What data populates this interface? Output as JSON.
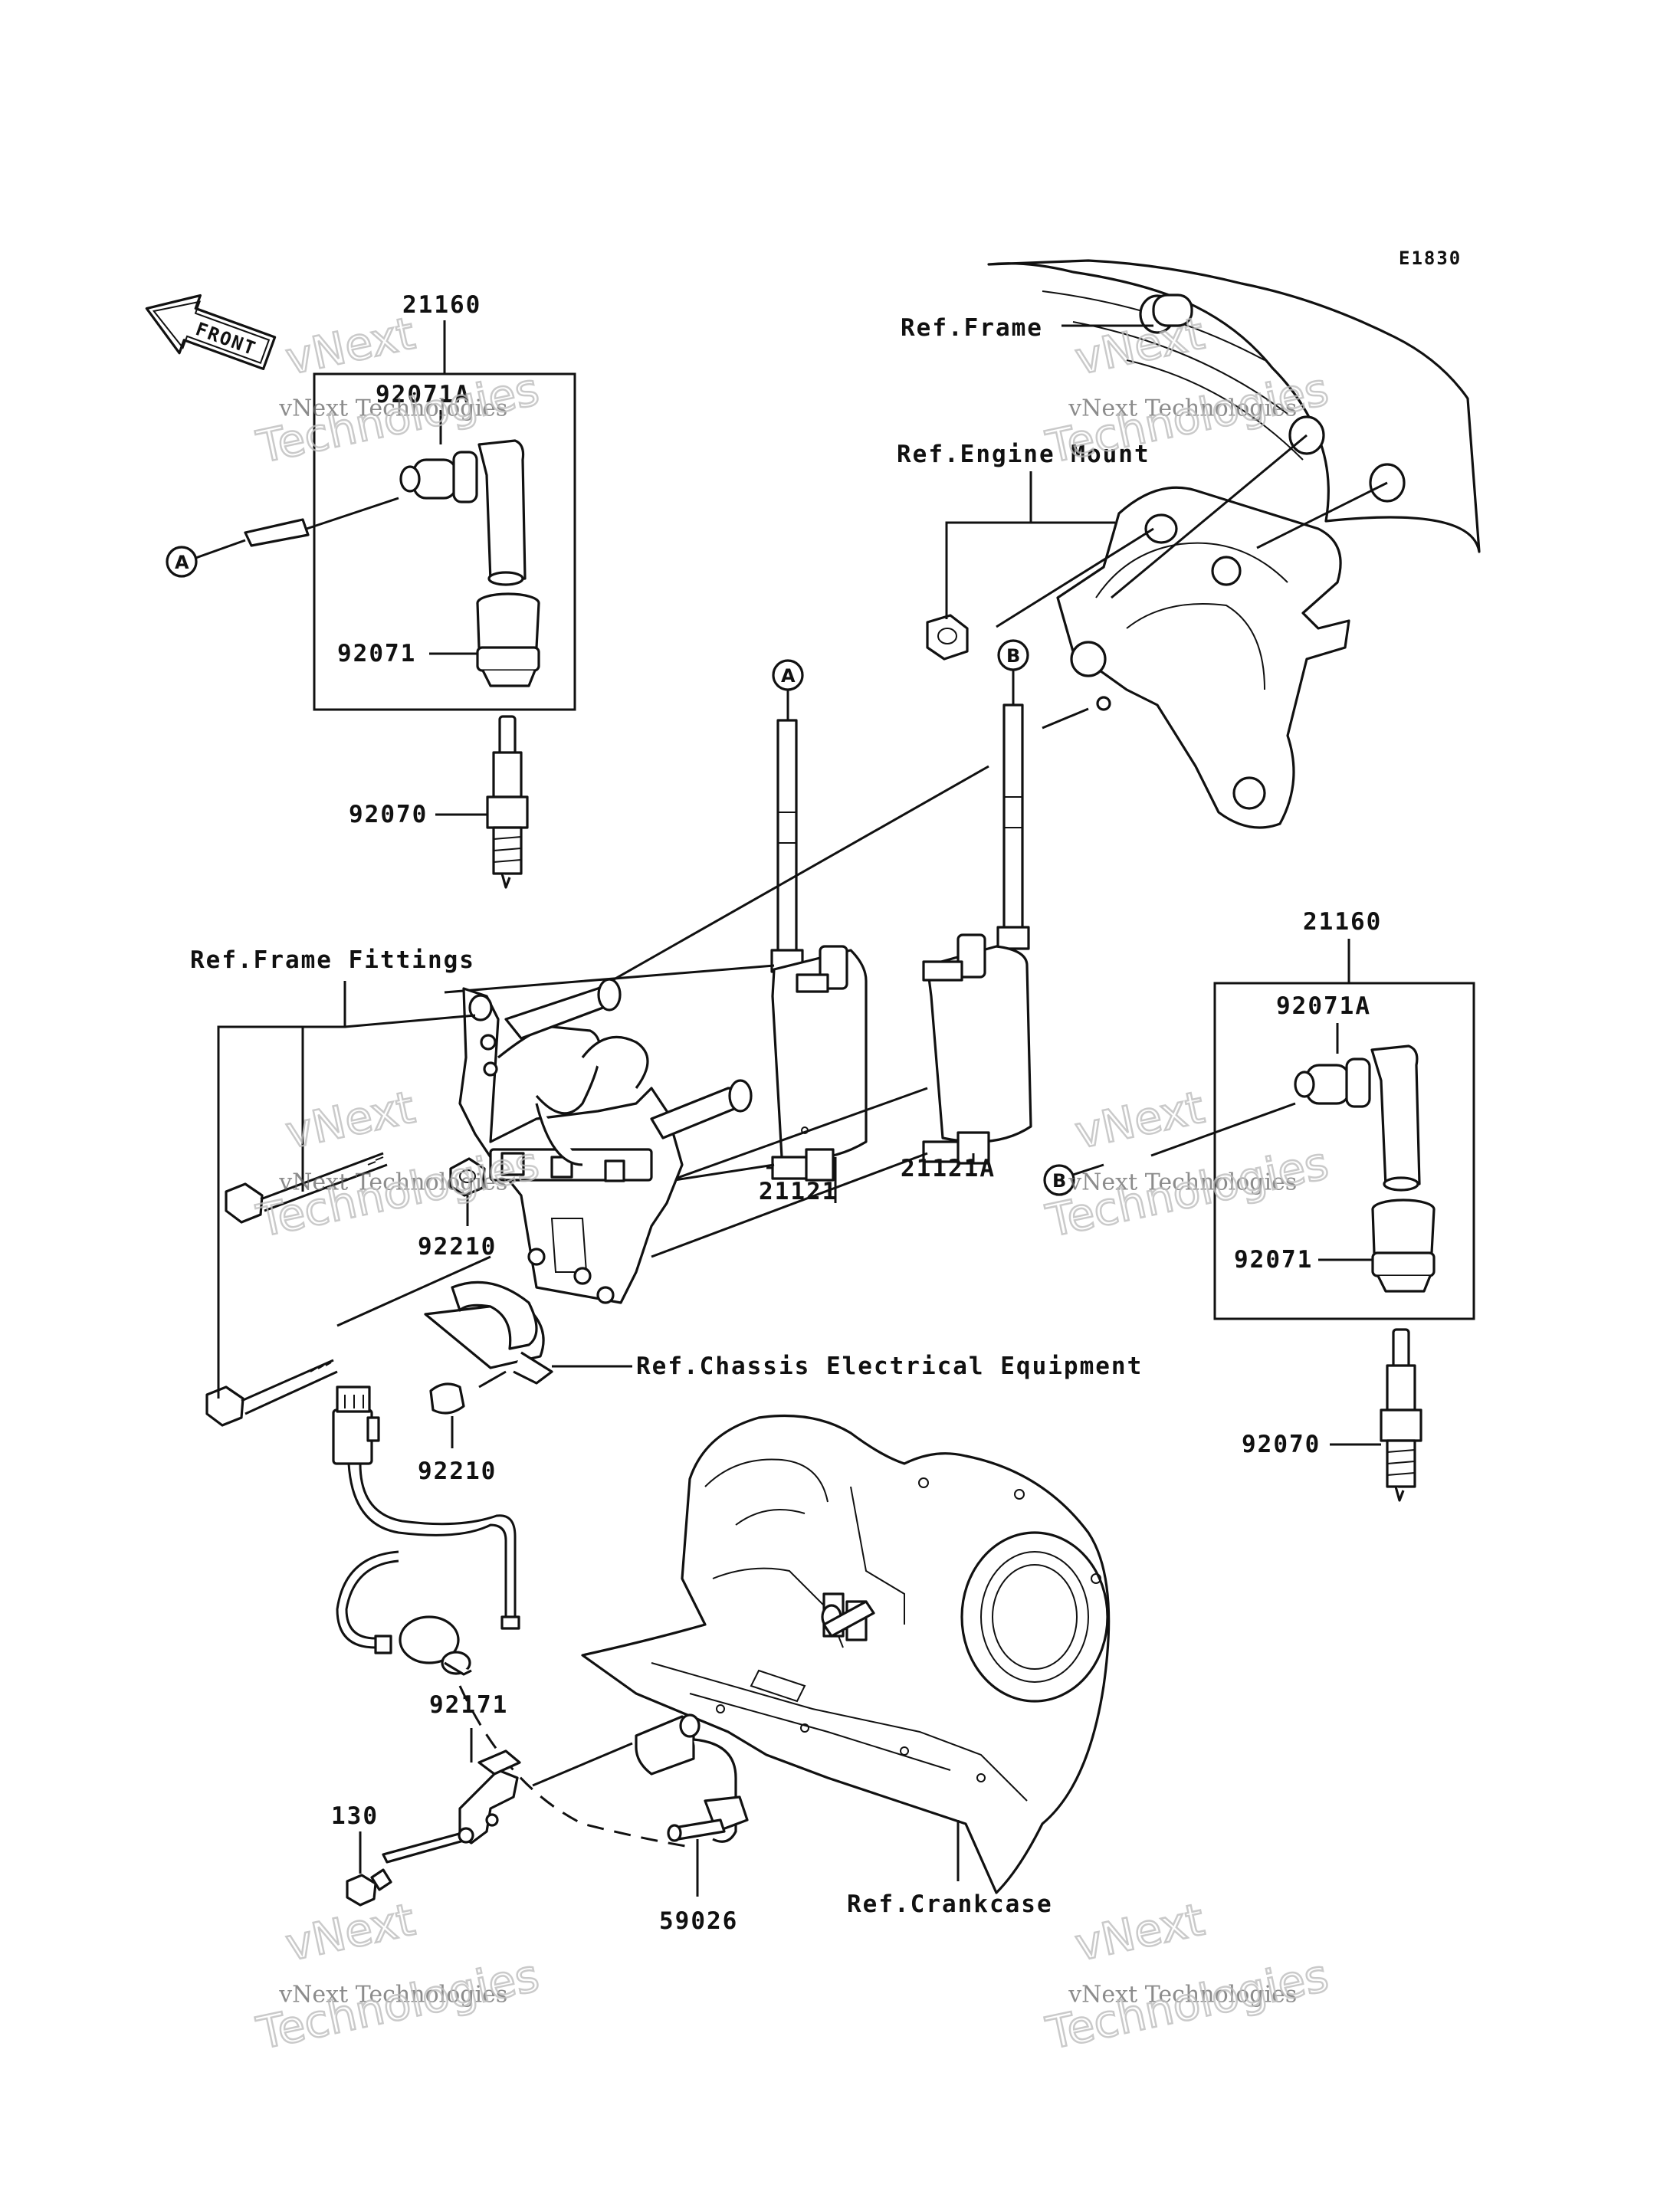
{
  "diagram_code": "E1830",
  "front_label": "FRONT",
  "part_numbers": {
    "ignition_coil_cap_left": "21160",
    "plug_cap_a_left": "92071A",
    "plug_cap_left": "92071",
    "spark_plug_left": "92070",
    "ignition_coil_cap_right": "21160",
    "plug_cap_a_right": "92071A",
    "plug_cap_right": "92071",
    "spark_plug_right": "92070",
    "coil_front": "21121",
    "coil_rear": "21121A",
    "nut_upper": "92210",
    "nut_lower": "92210",
    "bracket": "92171",
    "bolt": "130",
    "sensor": "59026"
  },
  "references": {
    "frame": "Ref.Frame",
    "engine_mount": "Ref.Engine Mount",
    "frame_fittings": "Ref.Frame Fittings",
    "chassis_electrical": "Ref.Chassis Electrical Equipment",
    "crankcase": "Ref.Crankcase"
  },
  "connectors": {
    "a": "A",
    "b": "B"
  },
  "watermark": {
    "line1": "vNext",
    "line2": "vNext Technologies",
    "line3": "Technologies"
  }
}
